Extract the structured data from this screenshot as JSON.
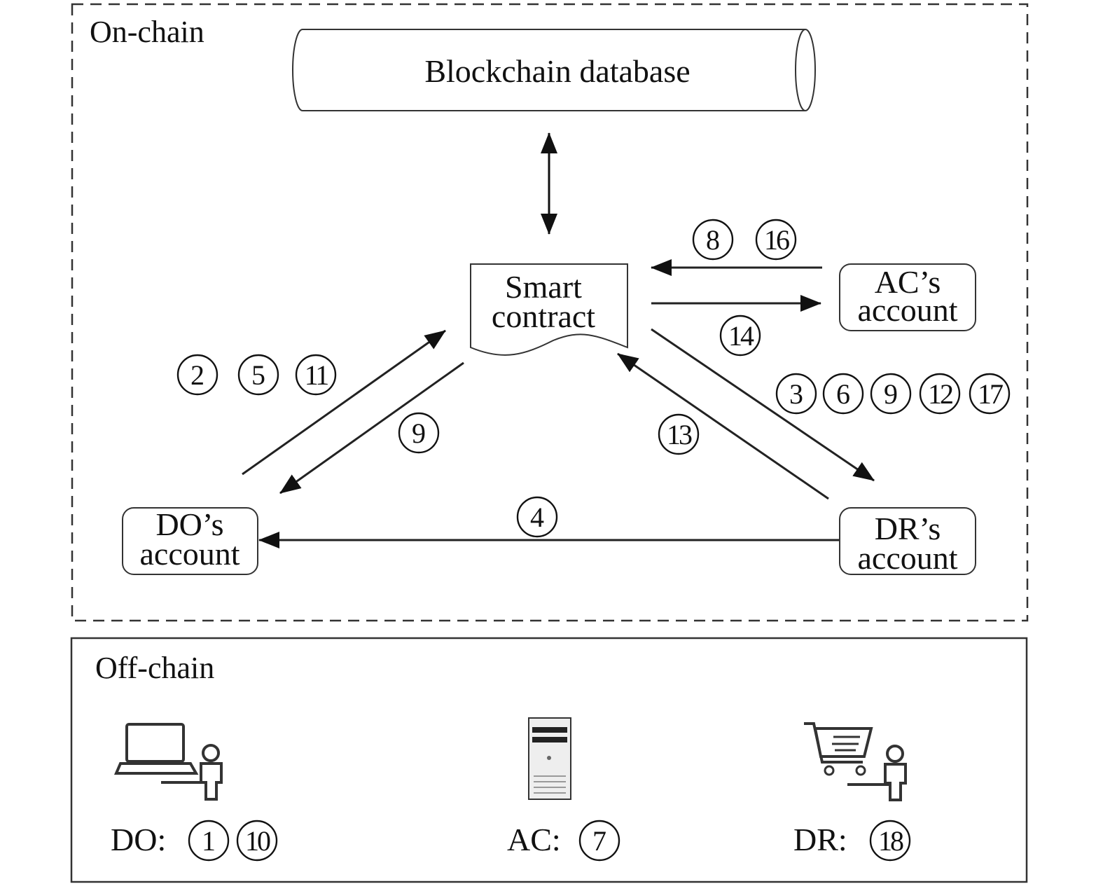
{
  "regions": {
    "on_chain": "On-chain",
    "off_chain": "Off-chain"
  },
  "nodes": {
    "blockchain_db": "Blockchain database",
    "smart_contract": [
      "Smart",
      "contract"
    ],
    "ac_account": [
      "AC’s",
      "account"
    ],
    "do_account": [
      "DO’s",
      "account"
    ],
    "dr_account": [
      "DR’s",
      "account"
    ]
  },
  "arrow_labels": {
    "ac_to_contract": [
      "8",
      "16"
    ],
    "contract_to_ac": [
      "14"
    ],
    "do_to_contract": [
      "2",
      "5",
      "11"
    ],
    "contract_to_do": [
      "9"
    ],
    "dr_to_contract": [
      "13"
    ],
    "contract_to_dr": [
      "3",
      "6",
      "9",
      "12",
      "17"
    ],
    "dr_to_do": [
      "4"
    ]
  },
  "actors": {
    "do": {
      "label": "DO:",
      "steps": [
        "1",
        "10"
      ],
      "icon": "laptop-user-icon"
    },
    "ac": {
      "label": "AC:",
      "steps": [
        "7"
      ],
      "icon": "server-icon"
    },
    "dr": {
      "label": "DR:",
      "steps": [
        "18"
      ],
      "icon": "shopping-cart-user-icon"
    }
  },
  "colors": {
    "stroke": "#222222",
    "background": "#ffffff"
  }
}
